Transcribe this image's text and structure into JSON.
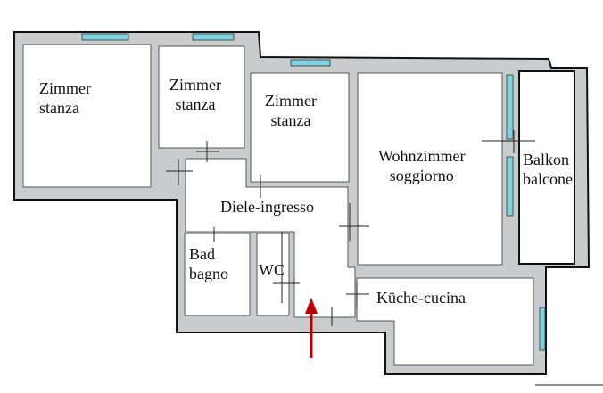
{
  "rooms": [
    {
      "id": "room-1",
      "line1": "Zimmer",
      "line2": "stanza"
    },
    {
      "id": "room-2",
      "line1": "Zimmer",
      "line2": "stanza"
    },
    {
      "id": "room-3",
      "line1": "Zimmer",
      "line2": "stanza"
    },
    {
      "id": "living",
      "line1": "Wohnzimmer",
      "line2": "soggiorno"
    },
    {
      "id": "balcony",
      "line1": "Balkon",
      "line2": "balcone"
    },
    {
      "id": "hall",
      "line1": "Diele-ingresso",
      "line2": ""
    },
    {
      "id": "bath",
      "line1": "Bad",
      "line2": "bagno"
    },
    {
      "id": "wc",
      "line1": "WC",
      "line2": ""
    },
    {
      "id": "kitchen",
      "line1": "Küche-cucina",
      "line2": ""
    }
  ],
  "colors": {
    "wall_fill": "#c9cbcc",
    "wall_stroke": "#111111",
    "window": "#7fd3e0",
    "arrow": "#c00000",
    "room": "#ffffff"
  }
}
